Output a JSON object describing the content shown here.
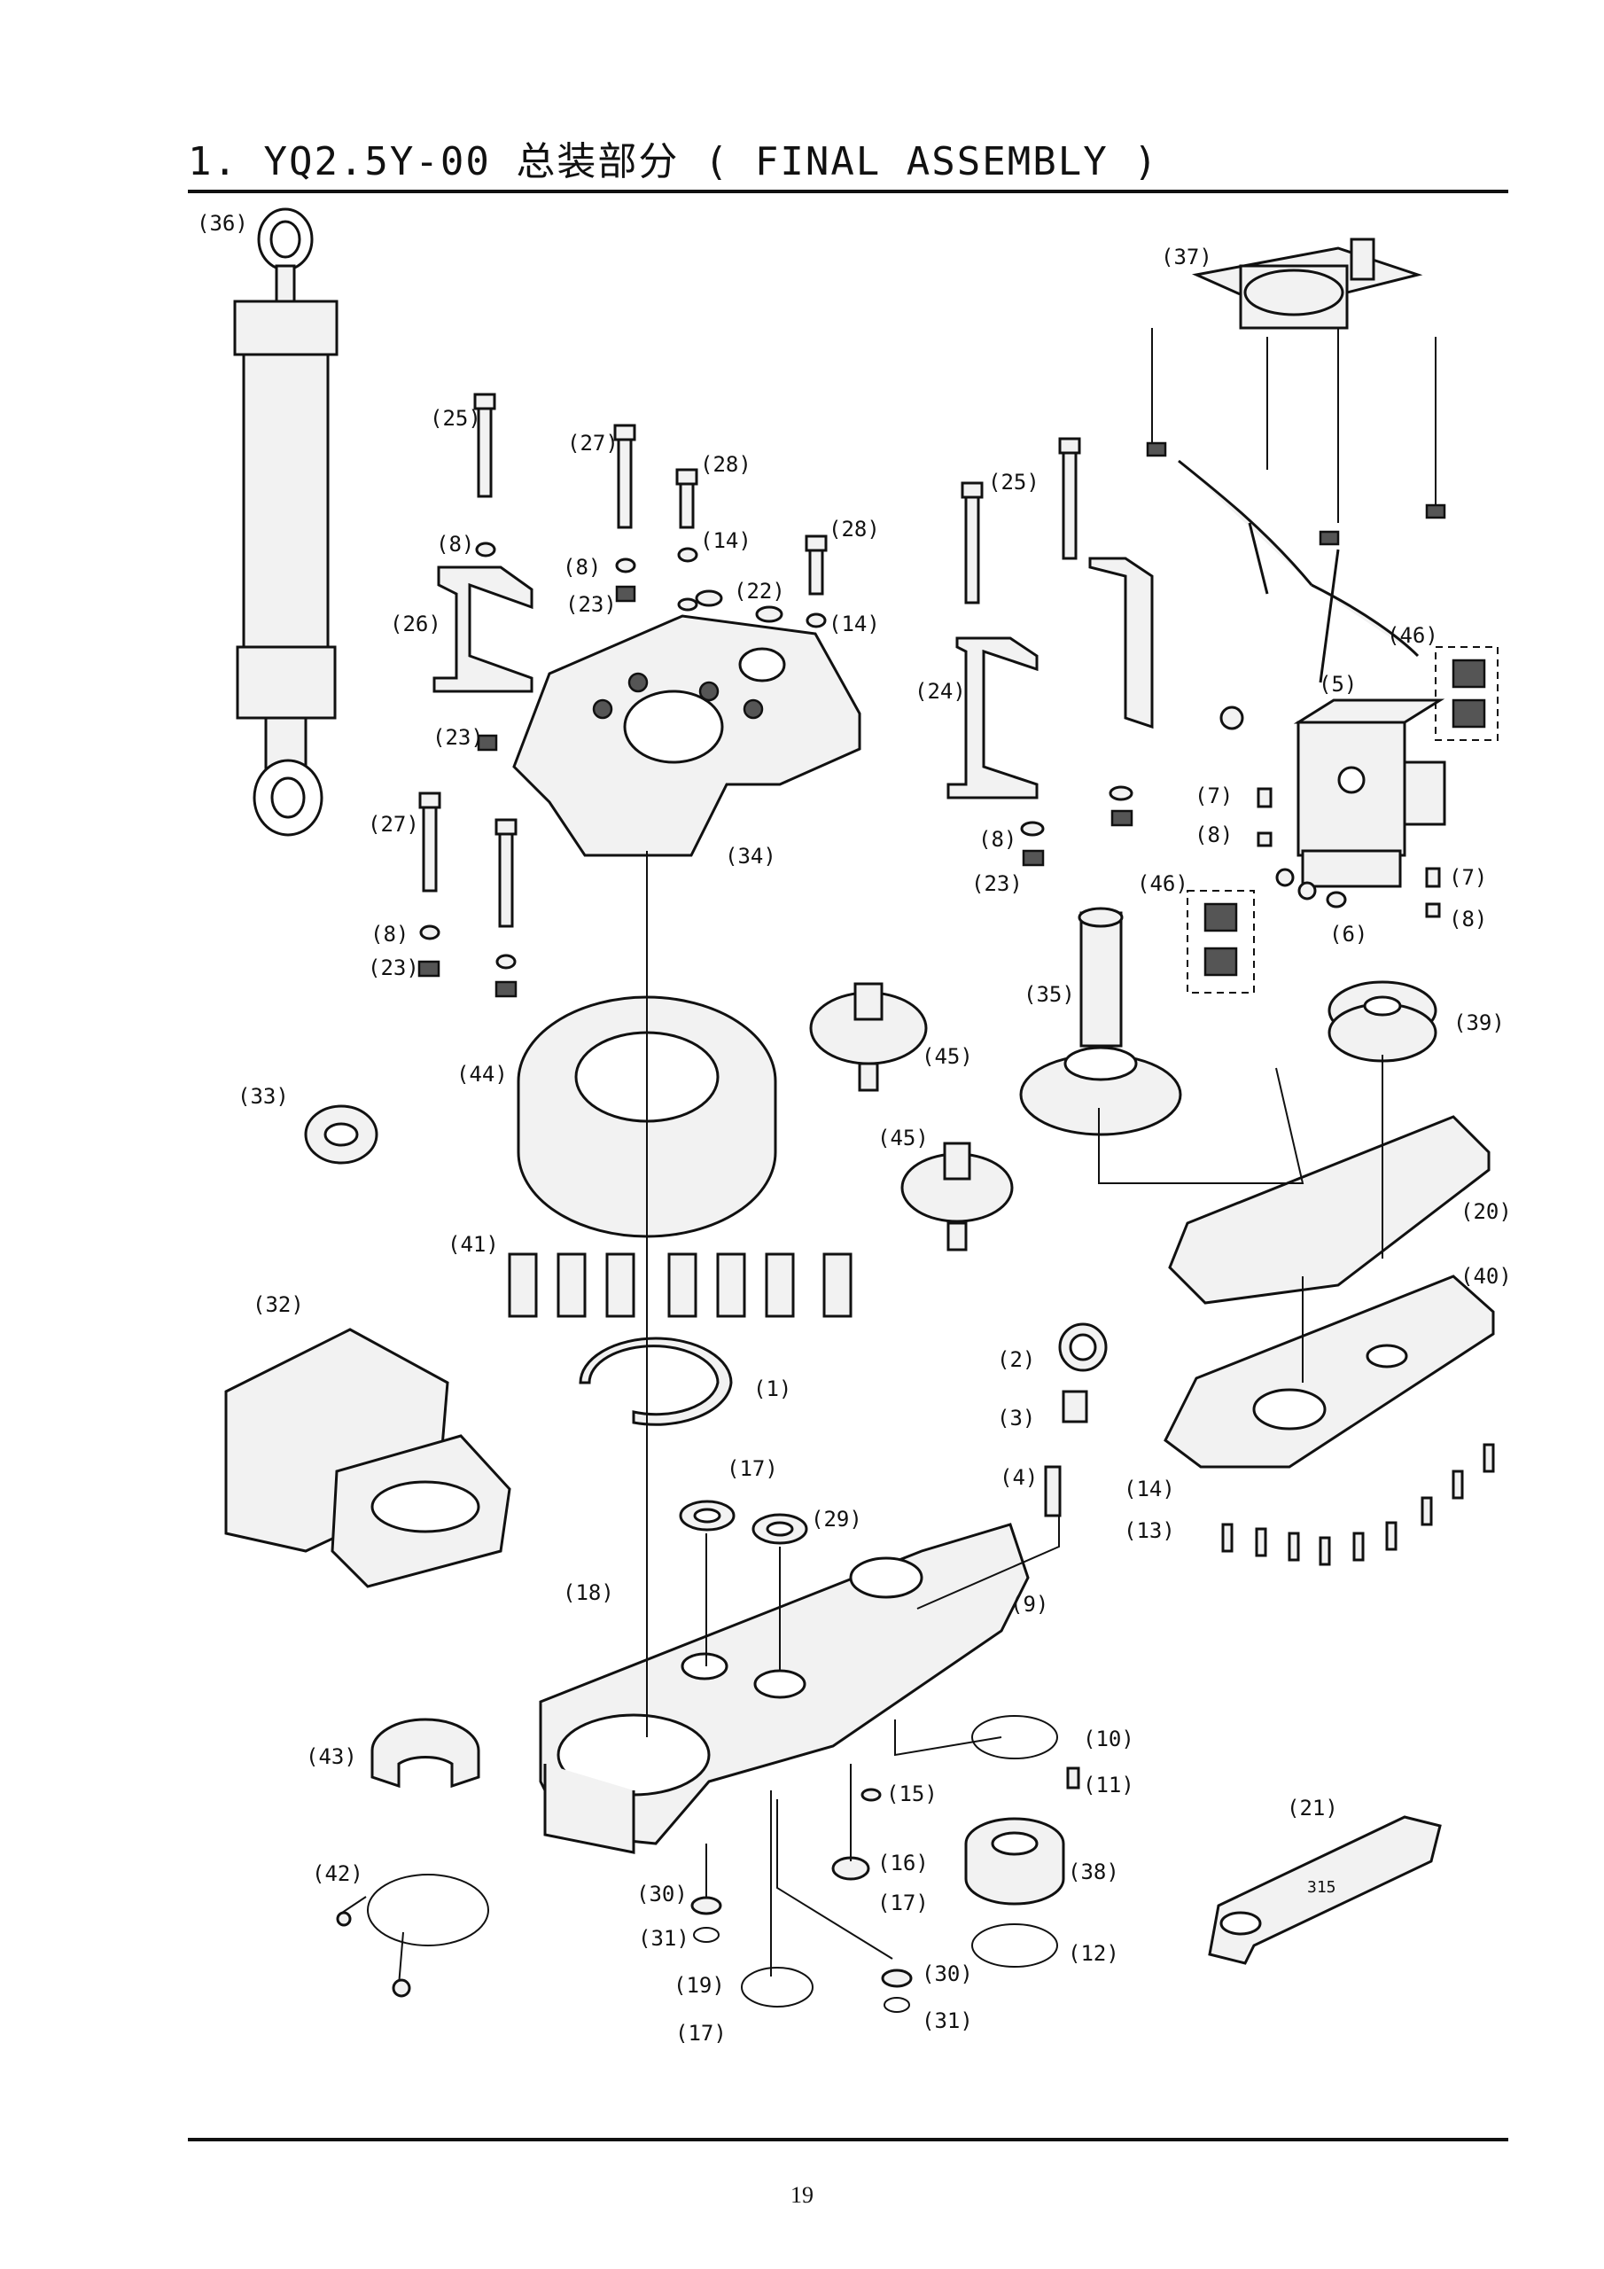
{
  "header": {
    "title": "1. YQ2.5Y-00  总装部分  ( FINAL ASSEMBLY )"
  },
  "footer": {
    "page_number": "19"
  },
  "callouts": {
    "c36": "(36)",
    "c37": "(37)",
    "c25a": "(25)",
    "c27a": "(27)",
    "c28a": "(28)",
    "c14a": "(14)",
    "c28b": "(28)",
    "c8a": "(8)",
    "c8b": "(8)",
    "c22": "(22)",
    "c23a": "(23)",
    "c14b": "(14)",
    "c26": "(26)",
    "c25b": "(25)",
    "c46a": "(46)",
    "c5": "(5)",
    "c24": "(24)",
    "c23b": "(23)",
    "c27b": "(27)",
    "c34": "(34)",
    "c7a": "(7)",
    "c8c": "(8)",
    "c8d": "(8)",
    "c23c": "(23)",
    "c46b": "(46)",
    "c7b": "(7)",
    "c8e": "(8)",
    "c6": "(6)",
    "c8f": "(8)",
    "c23d": "(23)",
    "c35": "(35)",
    "c39": "(39)",
    "c44": "(44)",
    "c45a": "(45)",
    "c33": "(33)",
    "c45b": "(45)",
    "c20": "(20)",
    "c41": "(41)",
    "c40": "(40)",
    "c32": "(32)",
    "c2": "(2)",
    "c1": "(1)",
    "c3": "(3)",
    "c17a": "(17)",
    "c4": "(4)",
    "c29": "(29)",
    "c14c": "(14)",
    "c13": "(13)",
    "c18": "(18)",
    "c9": "(9)",
    "c10": "(10)",
    "c43": "(43)",
    "c11": "(11)",
    "c15": "(15)",
    "c21": "(21)",
    "c16": "(16)",
    "c42": "(42)",
    "c38": "(38)",
    "c17b": "(17)",
    "c30a": "(30)",
    "c31a": "(31)",
    "c12": "(12)",
    "c30b": "(30)",
    "c19": "(19)",
    "c31b": "(31)",
    "c17c": "(17)"
  },
  "wrench_stamp": "315"
}
